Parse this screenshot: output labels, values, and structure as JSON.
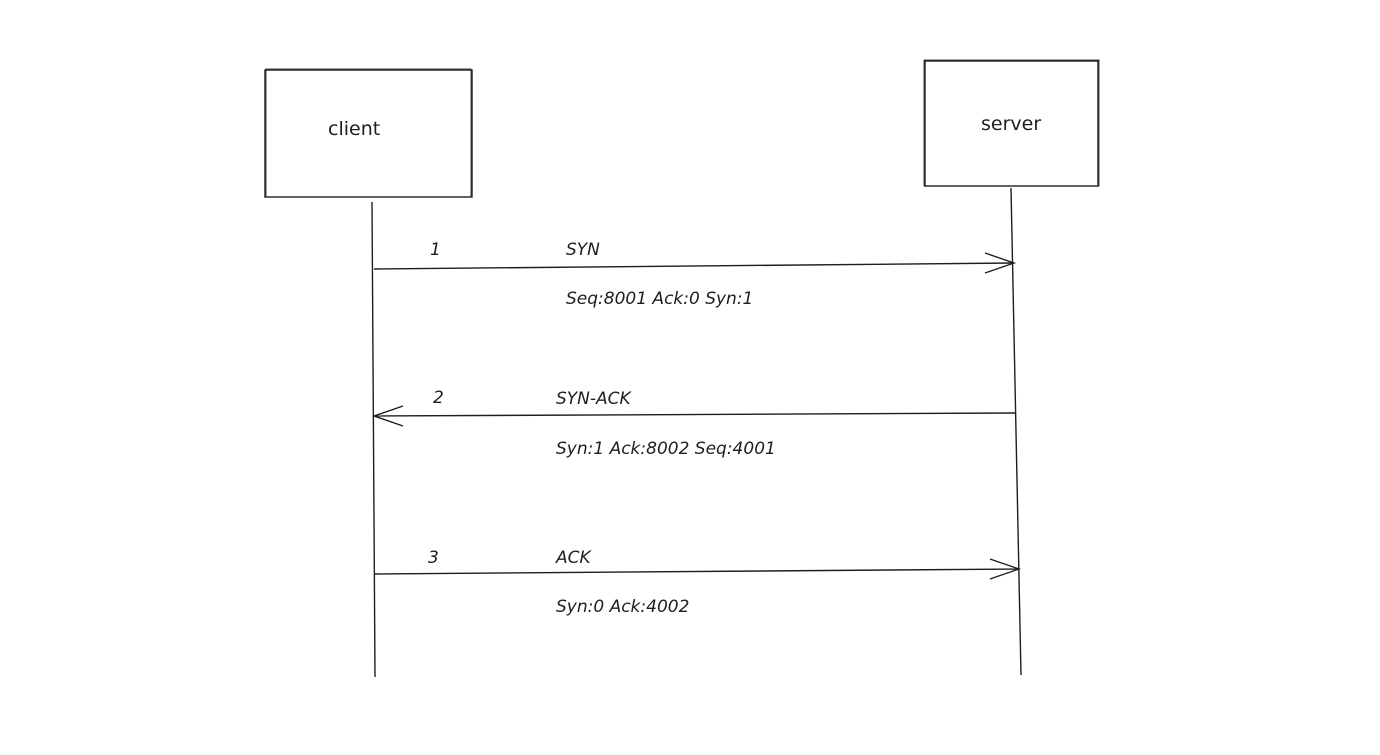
{
  "actors": {
    "client": "client",
    "server": "server"
  },
  "messages": [
    {
      "number": "1",
      "label": "SYN",
      "detail": "Seq:8001 Ack:0 Syn:1",
      "direction": "client-to-server"
    },
    {
      "number": "2",
      "label": "SYN-ACK",
      "detail": "Syn:1 Ack:8002 Seq:4001",
      "direction": "server-to-client"
    },
    {
      "number": "3",
      "label": "ACK",
      "detail": "Syn:0 Ack:4002",
      "direction": "client-to-server"
    }
  ],
  "colors": {
    "stroke": "#1e1e1e",
    "background": "#ffffff"
  }
}
